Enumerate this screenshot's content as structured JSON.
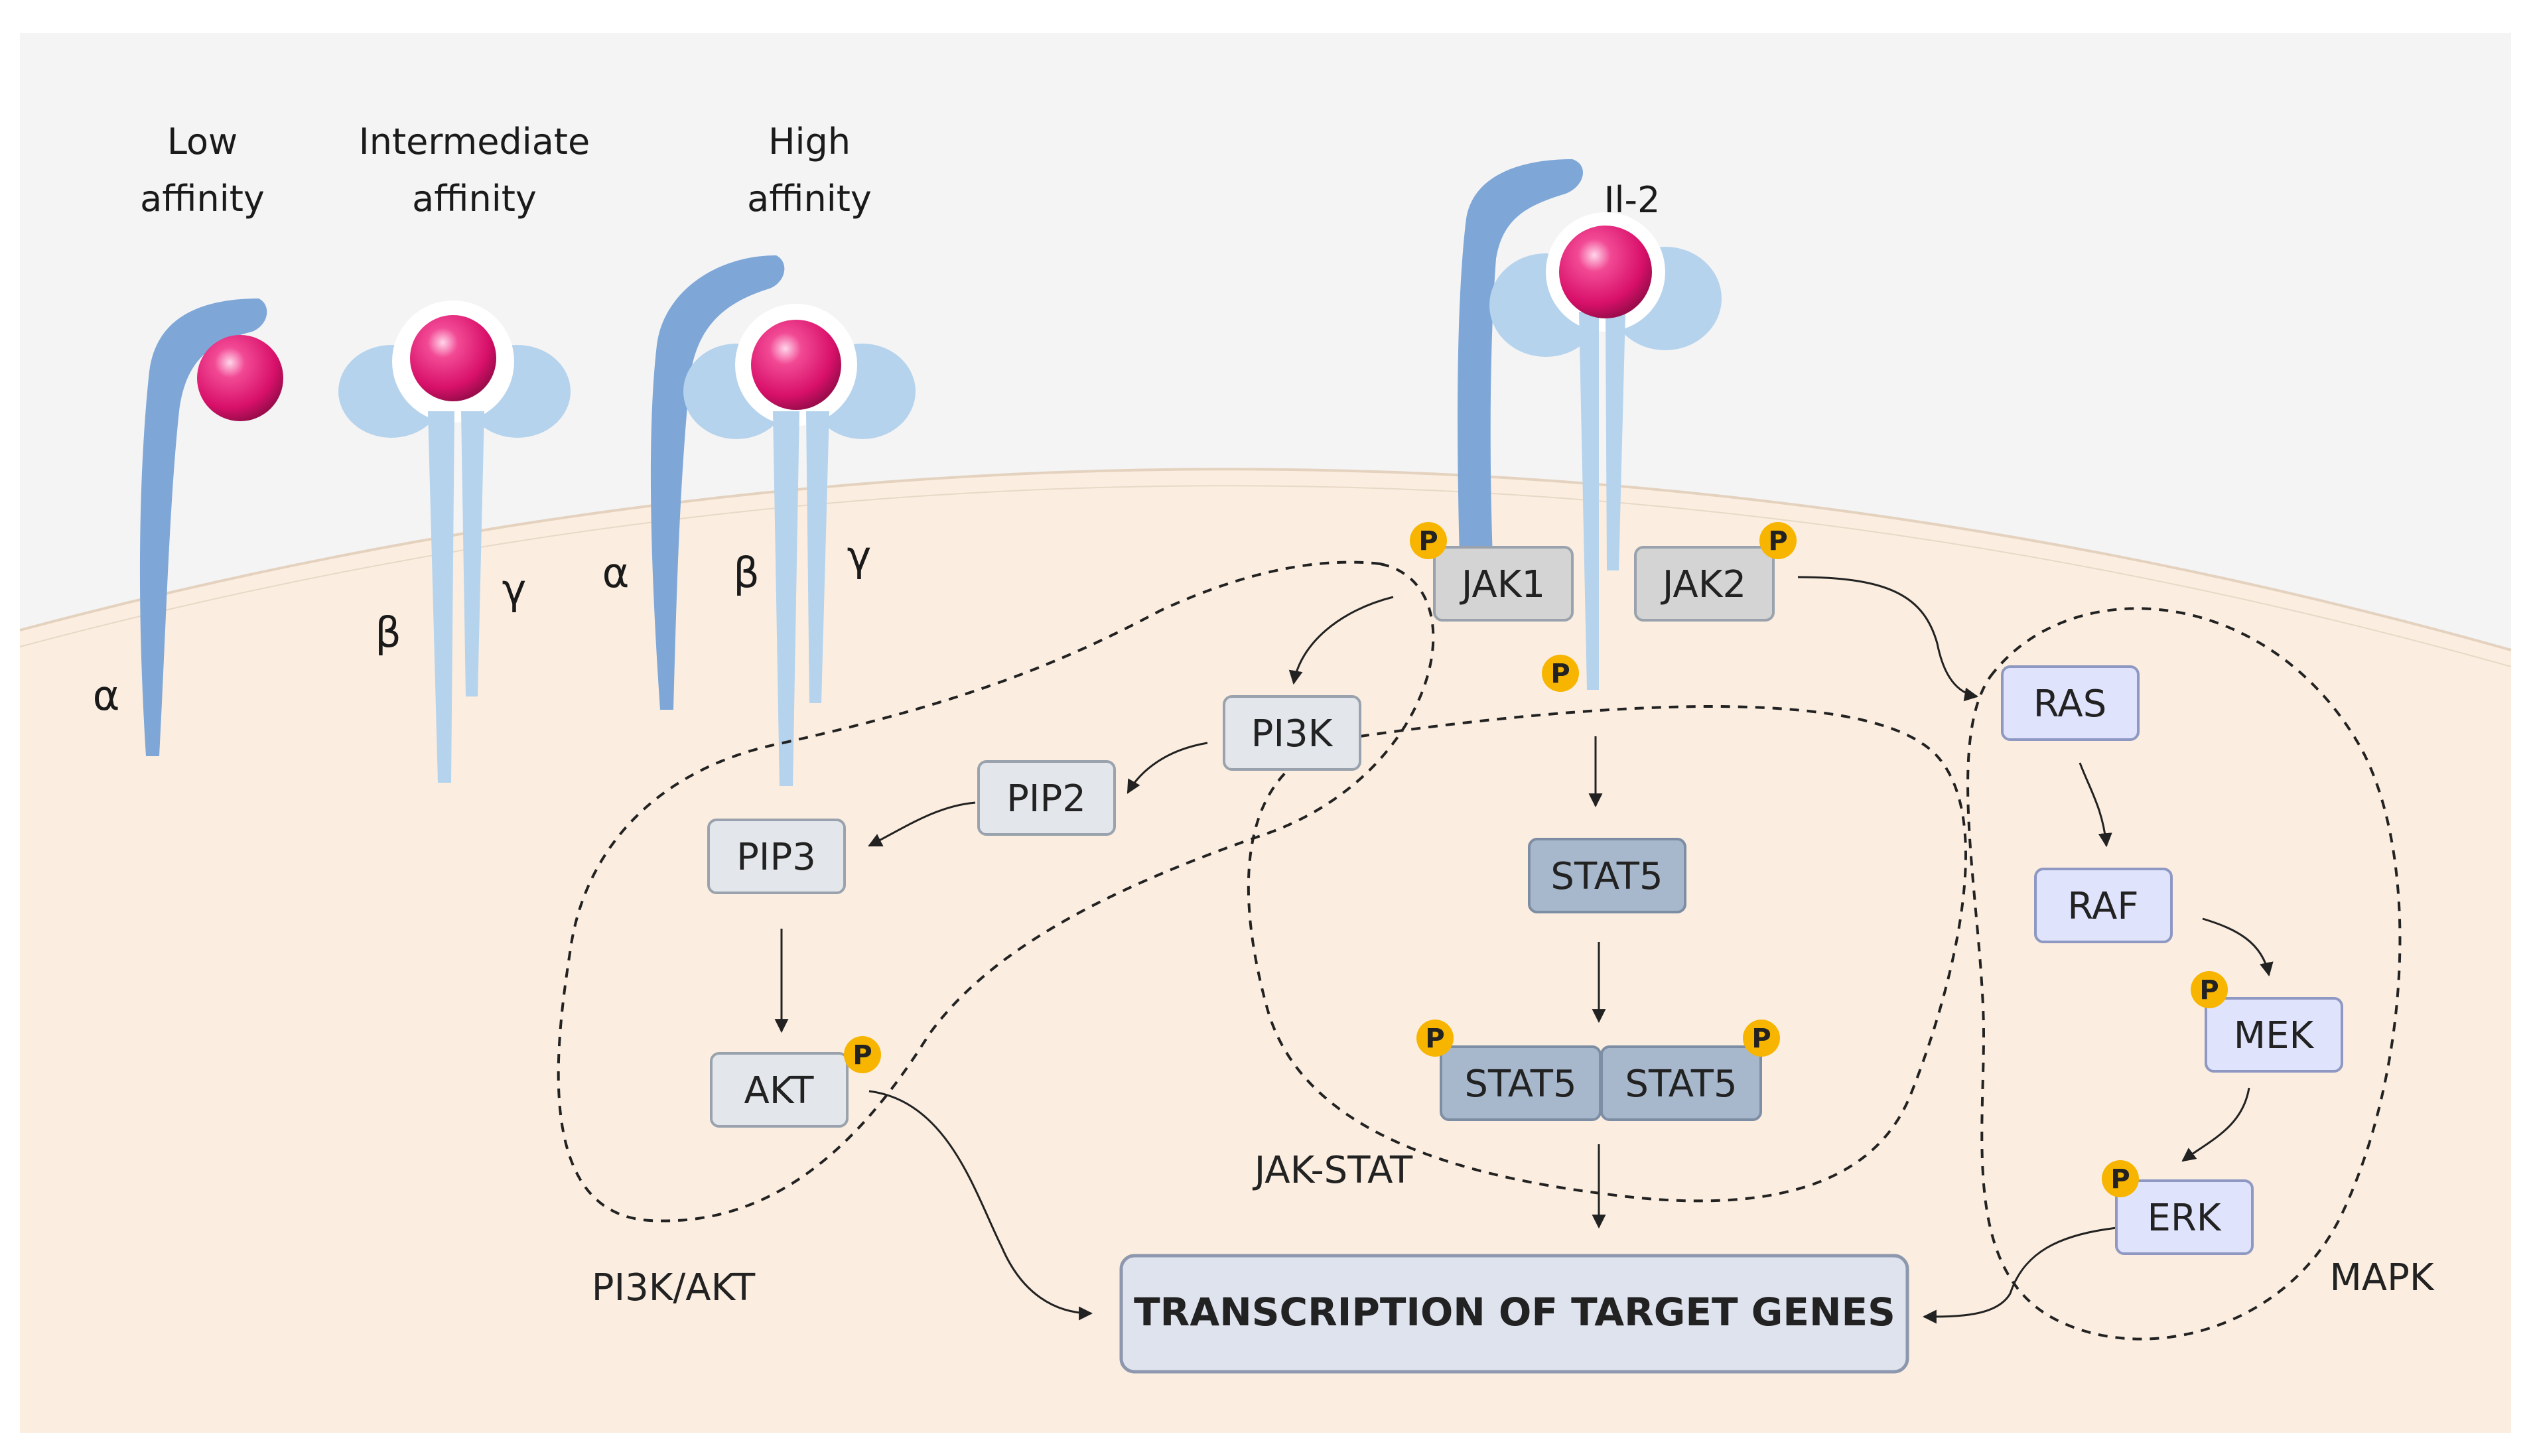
{
  "affinity_labels": {
    "low": [
      "Low",
      "affinity"
    ],
    "intermediate": [
      "Intermediate",
      "affinity"
    ],
    "high": [
      "High",
      "affinity"
    ]
  },
  "subunits": {
    "alpha": "α",
    "beta": "β",
    "gamma": "γ"
  },
  "ligand_label": "Il-2",
  "phospho": "P",
  "nodes": {
    "jak1": "JAK1",
    "jak2": "JAK2",
    "pi3k": "PI3K",
    "pip2": "PIP2",
    "pip3": "PIP3",
    "akt": "AKT",
    "stat5": "STAT5",
    "stat5_left": "STAT5",
    "stat5_right": "STAT5",
    "ras": "RAS",
    "raf": "RAF",
    "mek": "MEK",
    "erk": "ERK",
    "transcription": "TRANSCRIPTION OF TARGET GENES"
  },
  "pathways": {
    "pi3k_akt": "PI3K/AKT",
    "jak_stat": "JAK-STAT",
    "mapk": "MAPK"
  },
  "colors": {
    "background": "#f5f5f5",
    "cytoplasm": "#fbeee0",
    "alpha_chain": "#7ea7d8",
    "beta_gamma_chain": "#b5d3ec",
    "il2_ligand": "#e0186c",
    "phospho": "#f7b500",
    "grey_box": "#d4d4d4",
    "light_grey_box": "#e3e7ec",
    "stat_box": "#a8b8cc",
    "mapk_box": "#dfe3fb"
  }
}
